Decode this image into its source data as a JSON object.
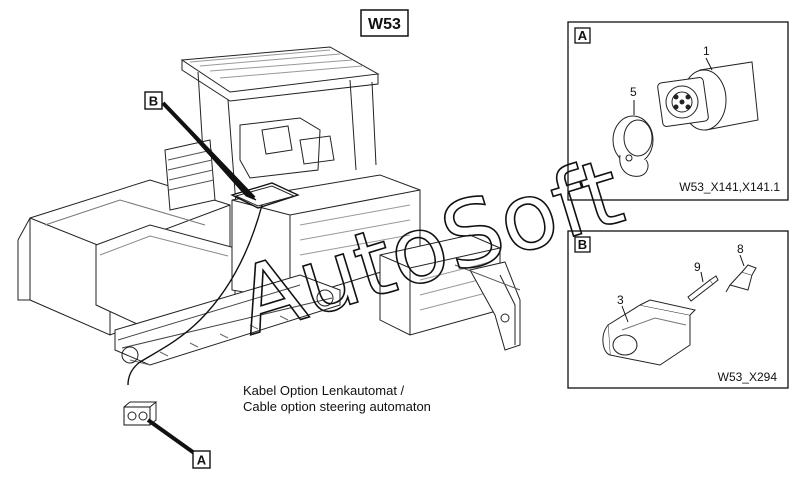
{
  "sheet_label": "W53",
  "callouts": {
    "main_b": "B",
    "main_a": "A"
  },
  "caption": {
    "line1": "Kabel Option Lenkautomat /",
    "line2": "Cable option steering automaton"
  },
  "detail_a": {
    "letter": "A",
    "part_1": "1",
    "part_5": "5",
    "code": "W53_X141,X141.1"
  },
  "detail_b": {
    "letter": "B",
    "part_3": "3",
    "part_8": "8",
    "part_9": "9",
    "code": "W53_X294"
  },
  "watermark": "AutoSoft"
}
